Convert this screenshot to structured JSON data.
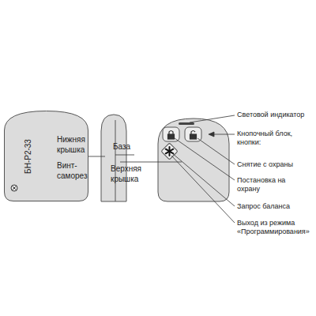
{
  "diagram": {
    "nodes": [
      {
        "text": [
          "БН-Р2-33"
        ]
      }
    ],
    "labels": [
      "Нижняя крышка",
      "Винт-саморез",
      "База",
      "Верхняя крышка",
      "Световой индикатор",
      "Кнопочный блок, кнопки:",
      "Снятие с охраны",
      "Постановка на охрану",
      "Запрос баланса",
      "Выход из режима «Программирования»"
    ]
  }
}
